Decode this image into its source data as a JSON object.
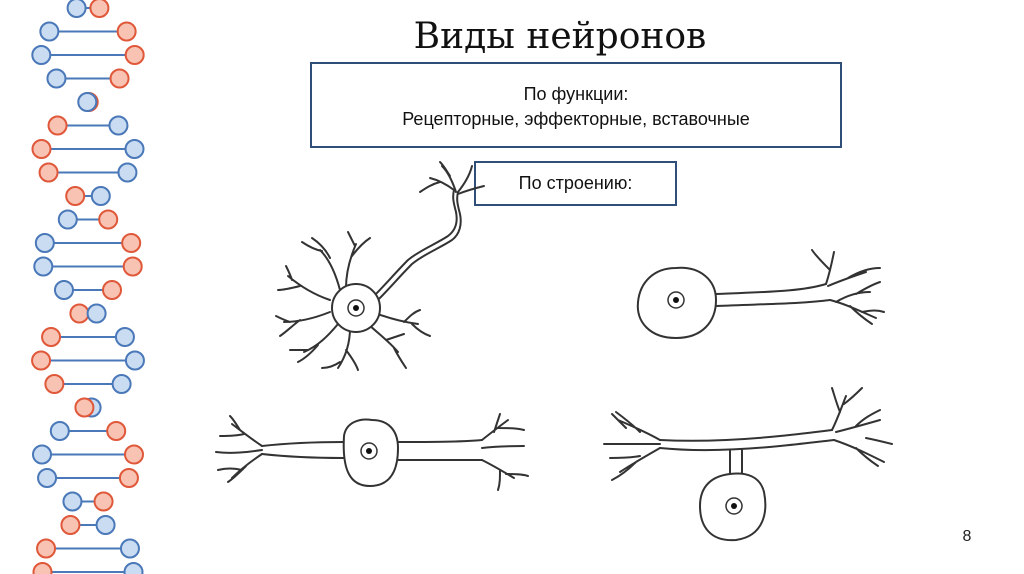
{
  "slide": {
    "title": "Виды нейронов",
    "function_box": {
      "line1": "По функции:",
      "line2": "Рецепторные, эффекторные, вставочные"
    },
    "structure_box": {
      "label": "По строению:"
    },
    "page_number": "8"
  },
  "colors": {
    "box_border": "#2f4f78",
    "dna_blue": "#4a78b8",
    "dna_blue_fill": "#c9dcf2",
    "dna_red": "#e0583a",
    "dna_red_fill": "#f8c3b2",
    "line": "#333333"
  }
}
